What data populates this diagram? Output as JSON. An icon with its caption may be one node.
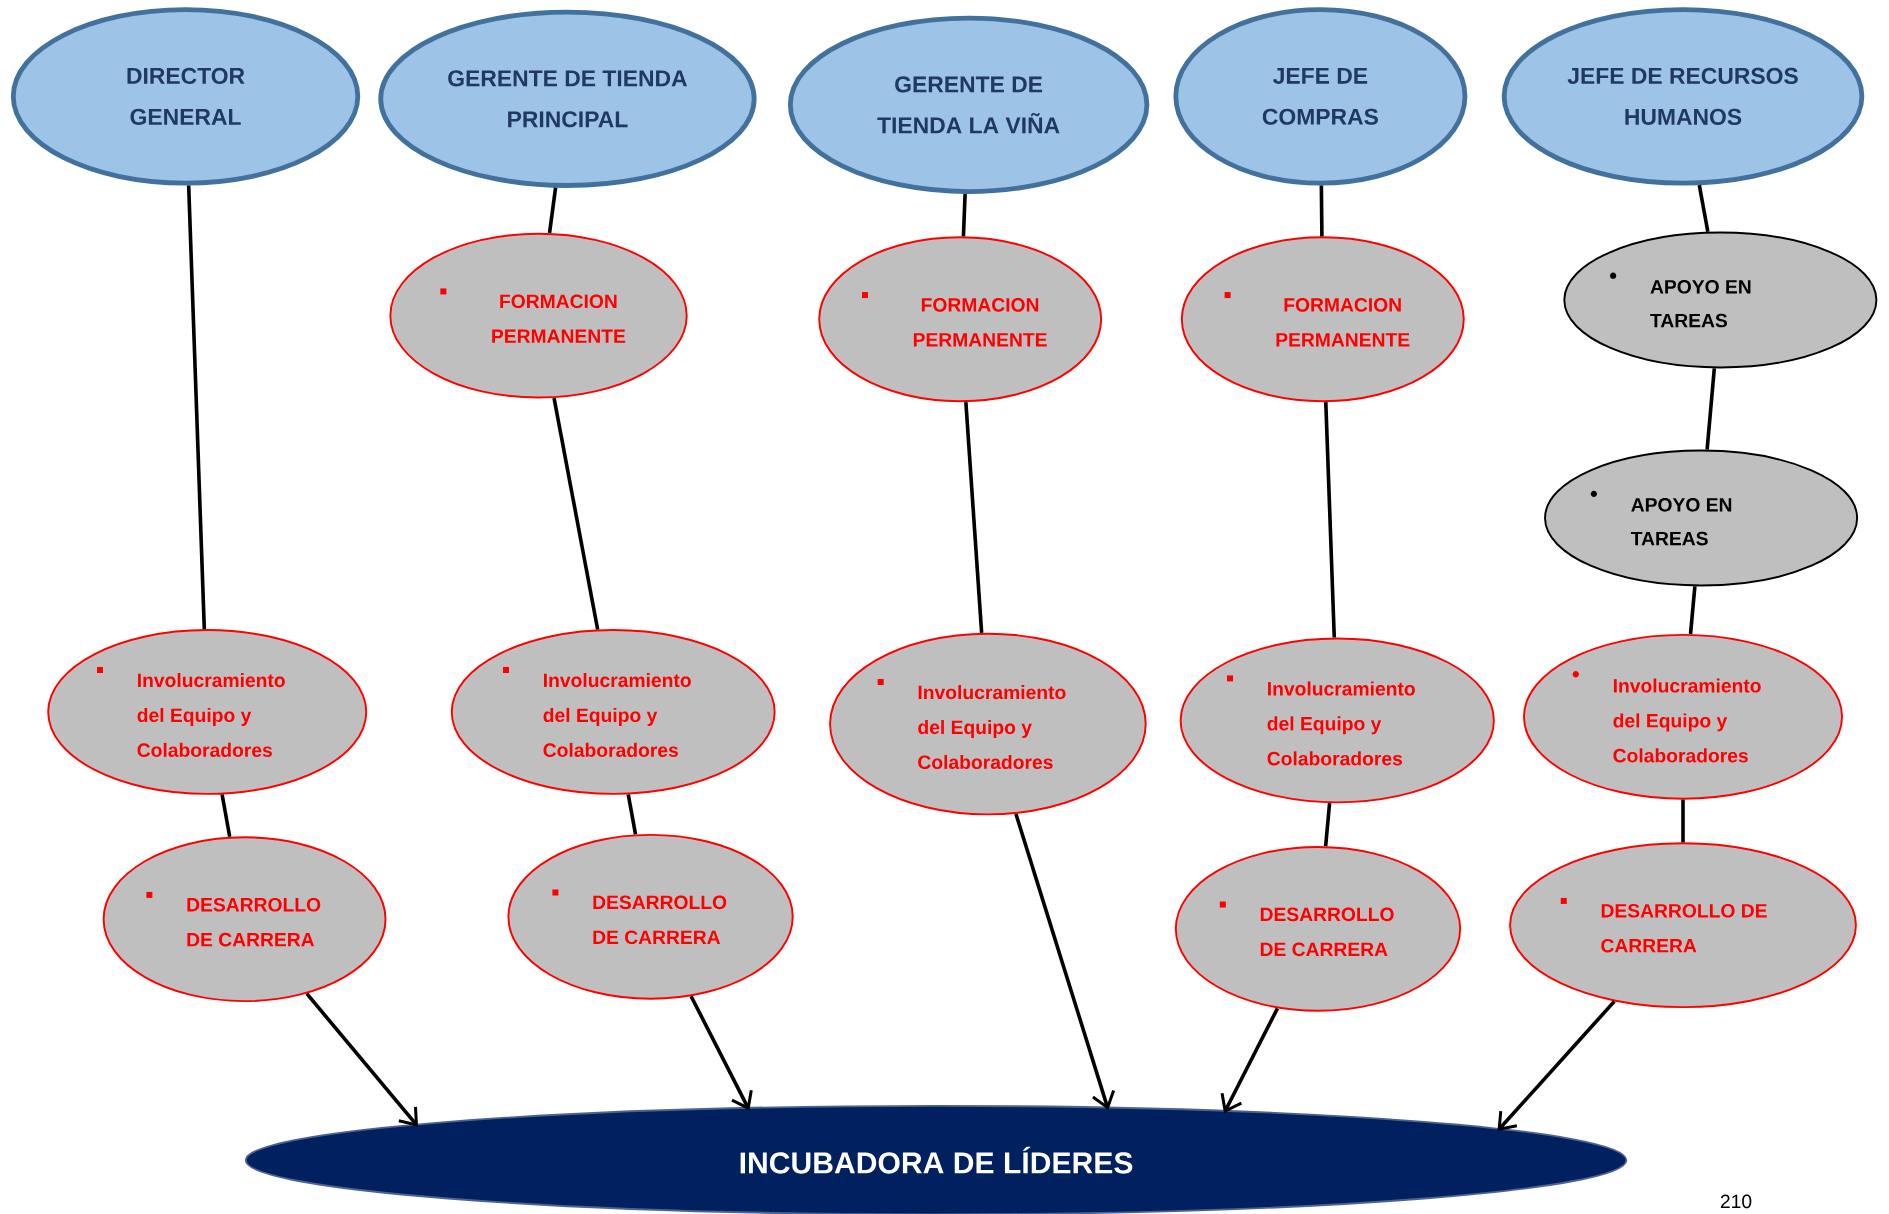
{
  "diagram": {
    "nodes": [
      {
        "text": [
          "DIRECTOR GENERAL"
        ]
      },
      {
        "text": [
          "GERENTE DE TIENDA PRINCIPAL"
        ]
      },
      {
        "text": [
          "GERENTE DE TIENDA LA VIÑA"
        ]
      },
      {
        "text": [
          "JEFE DE COMPRAS"
        ]
      },
      {
        "text": [
          "JEFE DE RECURSOS HUMANOS"
        ]
      },
      {
        "text": [
          "FORMACION PERMANENTE"
        ]
      },
      {
        "text": [
          "FORMACION PERMANENTE"
        ]
      },
      {
        "text": [
          "FORMACION PERMANENTE"
        ]
      },
      {
        "text": [
          "APOYO EN TAREAS"
        ]
      },
      {
        "text": [
          "APOYO EN TAREAS"
        ]
      },
      {
        "text": [
          "Involucramiento del Equipo y Colaboradores"
        ]
      },
      {
        "text": [
          "Involucramiento del Equipo y Colaboradores"
        ]
      },
      {
        "text": [
          "Involucramiento del Equipo y Colaboradores"
        ]
      },
      {
        "text": [
          "Involucramiento del Equipo y Colaboradores"
        ]
      },
      {
        "text": [
          "Involucramiento del Equipo y Colaboradores"
        ]
      },
      {
        "text": [
          "DESARROLLO DE CARRERA"
        ]
      },
      {
        "text": [
          "DESARROLLO DE CARRERA"
        ]
      },
      {
        "text": [
          "DESARROLLO DE CARRERA"
        ]
      },
      {
        "text": [
          "DESARROLLO DE CARRERA"
        ]
      },
      {
        "text": [
          "INCUBADORA DE LÍDERES"
        ]
      }
    ],
    "edges": [
      {
        "from": 0,
        "to": 10,
        "arrow": "none"
      },
      {
        "from": 10,
        "to": 15,
        "arrow": "none"
      },
      {
        "from": 15,
        "to": 19,
        "arrow": "to"
      },
      {
        "from": 1,
        "to": 5,
        "arrow": "none"
      },
      {
        "from": 5,
        "to": 11,
        "arrow": "none"
      },
      {
        "from": 11,
        "to": 16,
        "arrow": "none"
      },
      {
        "from": 16,
        "to": 19,
        "arrow": "to"
      },
      {
        "from": 2,
        "to": 6,
        "arrow": "none"
      },
      {
        "from": 6,
        "to": 12,
        "arrow": "none"
      },
      {
        "from": 12,
        "to": 19,
        "arrow": "to"
      },
      {
        "from": 3,
        "to": 7,
        "arrow": "none"
      },
      {
        "from": 7,
        "to": 13,
        "arrow": "none"
      },
      {
        "from": 13,
        "to": 17,
        "arrow": "none"
      },
      {
        "from": 17,
        "to": 19,
        "arrow": "to"
      },
      {
        "from": 4,
        "to": 8,
        "arrow": "none"
      },
      {
        "from": 8,
        "to": 9,
        "arrow": "none"
      },
      {
        "from": 9,
        "to": 14,
        "arrow": "none"
      },
      {
        "from": 14,
        "to": 18,
        "arrow": "none"
      },
      {
        "from": 18,
        "to": 19,
        "arrow": "to"
      }
    ],
    "labels": [
      "210"
    ]
  }
}
